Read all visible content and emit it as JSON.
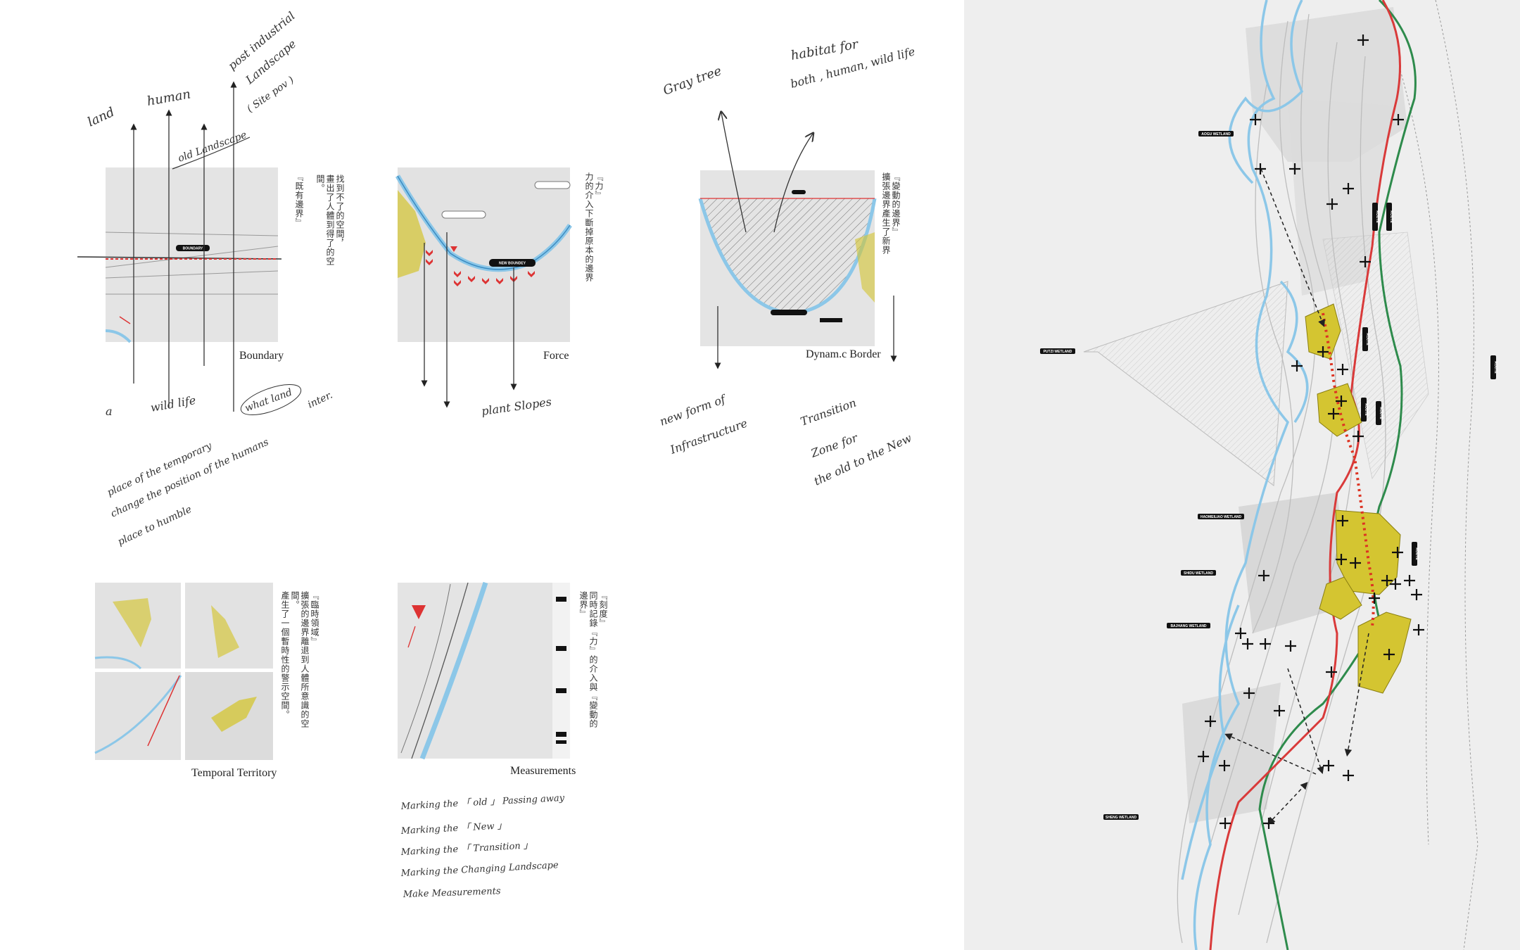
{
  "panels": [
    {
      "id": "boundary",
      "caption": "Boundary",
      "tag": "BOUNDARY",
      "note": [
        "『既有邊界』",
        "找到不了的空間，",
        "畫出了人體到得了的空間。"
      ]
    },
    {
      "id": "force",
      "caption": "Force",
      "tag": "NEW BOUNDEY",
      "note": [
        "『力』",
        "力的介入下斷掉原本的邊界"
      ]
    },
    {
      "id": "dynamic",
      "caption": "Dynam.c Border",
      "tag": "",
      "note": [
        "『變動的邊界』",
        "擴張邊界產生了新界"
      ]
    },
    {
      "id": "temporal",
      "caption": "Temporal Territory",
      "note": [
        "『臨時領域』",
        "擴張的邊界離退到人體所意識的空間。",
        "產生了一個暫時性的警示空間。"
      ]
    },
    {
      "id": "measurements",
      "caption": "Measurements",
      "note": [
        "『刻度』",
        "同時記錄『力』的介入與『變動的邊界』"
      ]
    }
  ],
  "handwriting": {
    "arrows_top": [
      "land",
      "human",
      "post industrial",
      "Landscape",
      "( Site pov )",
      "old Landscape"
    ],
    "boundary_bottom": [
      "a",
      "wild life",
      "what land",
      "inter."
    ],
    "boundary_note": [
      "place of the temporary",
      "change the position of the humans",
      "place to humble"
    ],
    "force_bottom": [
      "plant  Slopes"
    ],
    "dynamic_top": [
      "Gray tree",
      "habitat for",
      "both , human, wild life"
    ],
    "dynamic_bottom": [
      "new form of",
      "Infrastructure",
      "Transition",
      "Zone for",
      "the old to the New"
    ],
    "measure_notes": [
      "Marking  the  「 old 」 Passing  away",
      "Marking  the  「 New 」",
      "Marking  the  「 Transition 」",
      "Marking  the  Changing  Landscape",
      "Make  Measurements"
    ]
  },
  "map": {
    "labels": [
      "AOGU WETLAND",
      "PUTZI WETLAND",
      "HAOMEILIAO WETLAND",
      "SHIDU WETLAND",
      "BAJHANG WETLAND",
      "SHENG WETLAND"
    ],
    "road_labels": [
      "ROUTE",
      "ROUTE",
      "ROUTE",
      "ROUTE",
      "ROUTE",
      "ROUTE",
      "ROUTE"
    ],
    "colors": {
      "rail": "#d93a3a",
      "road": "#2e8b4c",
      "water": "#8cc7e8",
      "field": "#d4c531",
      "grey_zone": "#c8c8c8"
    }
  }
}
